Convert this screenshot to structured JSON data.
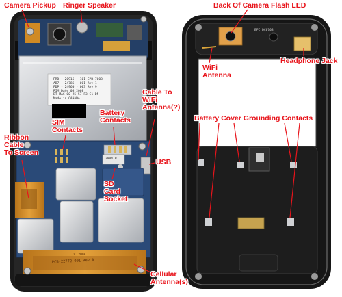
{
  "photo": {
    "labels": [
      {
        "id": "camera-pickup",
        "text": "Camera Pickup"
      },
      {
        "id": "ringer-speaker",
        "text": "Ringer Speaker"
      },
      {
        "id": "camera-flash",
        "text": "Back Of Camera Flash LED"
      },
      {
        "id": "wifi-antenna",
        "text": "WiFi\nAntenna"
      },
      {
        "id": "headphone-jack",
        "text": "Headphone Jack"
      },
      {
        "id": "cable-wifi",
        "text": "Cable To\nWiFi\nAntenna(?)"
      },
      {
        "id": "battery-contacts",
        "text": "Battery\nContacts"
      },
      {
        "id": "sim-contacts",
        "text": "SIM\nContacts"
      },
      {
        "id": "ribbon-cable",
        "text": "Ribbon\nCable\nTo Screen"
      },
      {
        "id": "battery-cover-grounding",
        "text": "Battery Cover Grounding Contacts"
      },
      {
        "id": "usb",
        "text": "USB"
      },
      {
        "id": "sd-card-socket",
        "text": "SD\nCard\nSocket"
      },
      {
        "id": "cellular-antenna",
        "text": "Cellular\nAntenna(s)"
      }
    ],
    "printed_text": {
      "chip_label": "PRD - 20915 - 101    CPR 7003\nAB7 - 24785 - 001 Rev 1\nPDP - 24960 - 003 Rev 9\n                  RIM Date 08 2008\nBT MAC 00 25 57 F3 C1 D5\nMade in CANADA",
      "flex_text": "PCB-22772-001 Rev A",
      "flex_code": "DC 2008",
      "board_code": "3904 B",
      "housing_code": "BFC DC0708"
    },
    "colors": {
      "label": "#e8141b",
      "pcb": "#2a4a78",
      "flex": "#d48a1e",
      "housing": "#161616",
      "background": "#ffffff"
    }
  }
}
